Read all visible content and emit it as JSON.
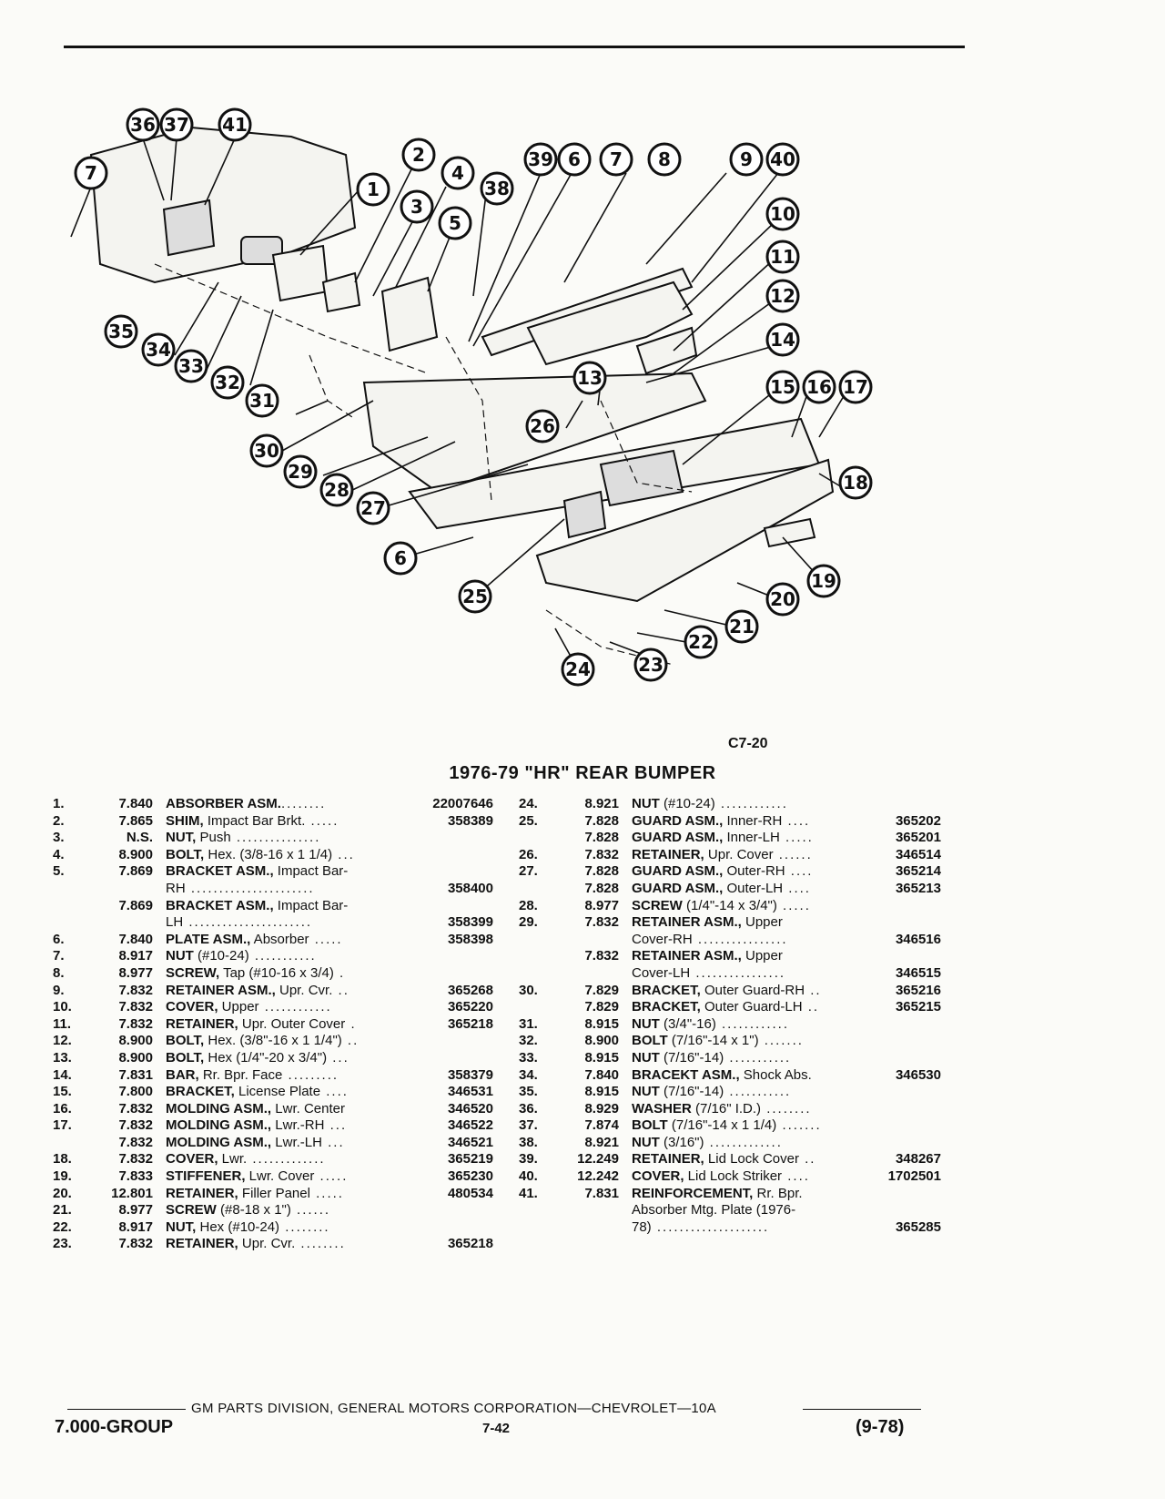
{
  "figure_id": "C7-20",
  "title": "1976-79 \"HR\" REAR BUMPER",
  "callouts": [
    "1",
    "2",
    "3",
    "4",
    "5",
    "6",
    "7",
    "8",
    "9",
    "10",
    "11",
    "12",
    "13",
    "14",
    "15",
    "16",
    "17",
    "18",
    "19",
    "20",
    "21",
    "22",
    "23",
    "24",
    "25",
    "26",
    "27",
    "28",
    "29",
    "30",
    "31",
    "32",
    "33",
    "34",
    "35",
    "36",
    "37",
    "38",
    "39",
    "40",
    "41"
  ],
  "parts_left": [
    {
      "num": "1.",
      "group": "7.840",
      "name": "ABSORBER ASM.",
      "detail": "",
      "dots": "........",
      "pn": "22007646"
    },
    {
      "num": "2.",
      "group": "7.865",
      "name": "SHIM,",
      "detail": " Impact Bar Brkt.",
      "dots": " .....",
      "pn": "358389"
    },
    {
      "num": "3.",
      "group": "N.S.",
      "name": "NUT,",
      "detail": " Push",
      "dots": " ...............",
      "pn": ""
    },
    {
      "num": "4.",
      "group": "8.900",
      "name": "BOLT,",
      "detail": " Hex. (3/8-16 x 1 1/4)",
      "dots": " ...",
      "pn": ""
    },
    {
      "num": "5.",
      "group": "7.869",
      "name": "BRACKET ASM.,",
      "detail": " Impact Bar-",
      "dots": "",
      "pn": ""
    },
    {
      "num": "",
      "group": "",
      "name": "",
      "detail": "RH",
      "dots": " ......................",
      "pn": "358400"
    },
    {
      "num": "",
      "group": "7.869",
      "name": "BRACKET ASM.,",
      "detail": " Impact Bar-",
      "dots": "",
      "pn": ""
    },
    {
      "num": "",
      "group": "",
      "name": "",
      "detail": "LH",
      "dots": " ......................",
      "pn": "358399"
    },
    {
      "num": "6.",
      "group": "7.840",
      "name": "PLATE ASM.,",
      "detail": " Absorber",
      "dots": " .....",
      "pn": "358398"
    },
    {
      "num": "7.",
      "group": "8.917",
      "name": "NUT",
      "detail": " (#10-24)",
      "dots": " ...........",
      "pn": ""
    },
    {
      "num": "8.",
      "group": "8.977",
      "name": "SCREW,",
      "detail": " Tap (#10-16 x 3/4)",
      "dots": " .",
      "pn": ""
    },
    {
      "num": "9.",
      "group": "7.832",
      "name": "RETAINER ASM.,",
      "detail": " Upr. Cvr.",
      "dots": " ..",
      "pn": "365268"
    },
    {
      "num": "10.",
      "group": "7.832",
      "name": "COVER,",
      "detail": " Upper",
      "dots": " ............",
      "pn": "365220"
    },
    {
      "num": "11.",
      "group": "7.832",
      "name": "RETAINER,",
      "detail": " Upr. Outer Cover",
      "dots": " .",
      "pn": "365218"
    },
    {
      "num": "12.",
      "group": "8.900",
      "name": "BOLT,",
      "detail": " Hex. (3/8\"-16 x 1 1/4\")",
      "dots": " ..",
      "pn": ""
    },
    {
      "num": "13.",
      "group": "8.900",
      "name": "BOLT,",
      "detail": " Hex (1/4\"-20 x 3/4\")",
      "dots": " ...",
      "pn": ""
    },
    {
      "num": "14.",
      "group": "7.831",
      "name": "BAR,",
      "detail": " Rr. Bpr. Face",
      "dots": " .........",
      "pn": "358379"
    },
    {
      "num": "15.",
      "group": "7.800",
      "name": "BRACKET,",
      "detail": " License Plate",
      "dots": " ....",
      "pn": "346531"
    },
    {
      "num": "16.",
      "group": "7.832",
      "name": "MOLDING ASM.,",
      "detail": " Lwr. Center",
      "dots": "",
      "pn": "346520"
    },
    {
      "num": "17.",
      "group": "7.832",
      "name": "MOLDING ASM.,",
      "detail": " Lwr.-RH",
      "dots": " ...",
      "pn": "346522"
    },
    {
      "num": "",
      "group": "7.832",
      "name": "MOLDING ASM.,",
      "detail": " Lwr.-LH",
      "dots": " ...",
      "pn": "346521"
    },
    {
      "num": "18.",
      "group": "7.832",
      "name": "COVER,",
      "detail": " Lwr.",
      "dots": " .............",
      "pn": "365219"
    },
    {
      "num": "19.",
      "group": "7.833",
      "name": "STIFFENER,",
      "detail": " Lwr. Cover",
      "dots": " .....",
      "pn": "365230"
    },
    {
      "num": "20.",
      "group": "12.801",
      "name": "RETAINER,",
      "detail": " Filler Panel",
      "dots": " .....",
      "pn": "480534"
    },
    {
      "num": "21.",
      "group": "8.977",
      "name": "SCREW",
      "detail": " (#8-18 x 1\")",
      "dots": " ......",
      "pn": ""
    },
    {
      "num": "22.",
      "group": "8.917",
      "name": "NUT,",
      "detail": " Hex (#10-24)",
      "dots": " ........",
      "pn": ""
    },
    {
      "num": "23.",
      "group": "7.832",
      "name": "RETAINER,",
      "detail": " Upr. Cvr.",
      "dots": " ........",
      "pn": "365218"
    }
  ],
  "parts_right": [
    {
      "num": "24.",
      "group": "8.921",
      "name": "NUT",
      "detail": " (#10-24)",
      "dots": " ............",
      "pn": ""
    },
    {
      "num": "25.",
      "group": "7.828",
      "name": "GUARD ASM.,",
      "detail": " Inner-RH",
      "dots": " ....",
      "pn": "365202"
    },
    {
      "num": "",
      "group": "7.828",
      "name": "GUARD ASM.,",
      "detail": " Inner-LH",
      "dots": " .....",
      "pn": "365201"
    },
    {
      "num": "26.",
      "group": "7.832",
      "name": "RETAINER,",
      "detail": " Upr. Cover",
      "dots": " ......",
      "pn": "346514"
    },
    {
      "num": "27.",
      "group": "7.828",
      "name": "GUARD ASM.,",
      "detail": " Outer-RH",
      "dots": " ....",
      "pn": "365214"
    },
    {
      "num": "",
      "group": "7.828",
      "name": "GUARD ASM.,",
      "detail": " Outer-LH",
      "dots": " ....",
      "pn": "365213"
    },
    {
      "num": "28.",
      "group": "8.977",
      "name": "SCREW",
      "detail": " (1/4\"-14 x 3/4\")",
      "dots": " .....",
      "pn": ""
    },
    {
      "num": "29.",
      "group": "7.832",
      "name": "RETAINER ASM.,",
      "detail": " Upper",
      "dots": "",
      "pn": ""
    },
    {
      "num": "",
      "group": "",
      "name": "",
      "detail": "Cover-RH",
      "dots": " ................",
      "pn": "346516"
    },
    {
      "num": "",
      "group": "7.832",
      "name": "RETAINER ASM.,",
      "detail": " Upper",
      "dots": "",
      "pn": ""
    },
    {
      "num": "",
      "group": "",
      "name": "",
      "detail": "Cover-LH",
      "dots": " ................",
      "pn": "346515"
    },
    {
      "num": "30.",
      "group": "7.829",
      "name": "BRACKET,",
      "detail": " Outer Guard-RH",
      "dots": " ..",
      "pn": "365216"
    },
    {
      "num": "",
      "group": "7.829",
      "name": "BRACKET,",
      "detail": " Outer Guard-LH",
      "dots": " ..",
      "pn": "365215"
    },
    {
      "num": "31.",
      "group": "8.915",
      "name": "NUT",
      "detail": " (3/4\"-16)",
      "dots": " ............",
      "pn": ""
    },
    {
      "num": "32.",
      "group": "8.900",
      "name": "BOLT",
      "detail": " (7/16\"-14 x 1\")",
      "dots": " .......",
      "pn": ""
    },
    {
      "num": "33.",
      "group": "8.915",
      "name": "NUT",
      "detail": " (7/16\"-14)",
      "dots": " ...........",
      "pn": ""
    },
    {
      "num": "34.",
      "group": "7.840",
      "name": "BRACEKT ASM.,",
      "detail": " Shock Abs.",
      "dots": "",
      "pn": "346530"
    },
    {
      "num": "35.",
      "group": "8.915",
      "name": "NUT",
      "detail": " (7/16\"-14)",
      "dots": " ...........",
      "pn": ""
    },
    {
      "num": "36.",
      "group": "8.929",
      "name": "WASHER",
      "detail": " (7/16\" I.D.)",
      "dots": " ........",
      "pn": ""
    },
    {
      "num": "37.",
      "group": "7.874",
      "name": "BOLT",
      "detail": " (7/16\"-14 x 1 1/4)",
      "dots": " .......",
      "pn": ""
    },
    {
      "num": "38.",
      "group": "8.921",
      "name": "NUT",
      "detail": " (3/16\")",
      "dots": " .............",
      "pn": ""
    },
    {
      "num": "39.",
      "group": "12.249",
      "name": "RETAINER,",
      "detail": " Lid Lock Cover",
      "dots": " ..",
      "pn": "348267"
    },
    {
      "num": "40.",
      "group": "12.242",
      "name": "COVER,",
      "detail": " Lid Lock Striker",
      "dots": " ....",
      "pn": "1702501"
    },
    {
      "num": "41.",
      "group": "7.831",
      "name": "REINFORCEMENT,",
      "detail": " Rr. Bpr.",
      "dots": "",
      "pn": ""
    },
    {
      "num": "",
      "group": "",
      "name": "",
      "detail": "Absorber Mtg. Plate (1976-",
      "dots": "",
      "pn": ""
    },
    {
      "num": "",
      "group": "",
      "name": "",
      "detail": "78)",
      "dots": " ....................",
      "pn": "365285"
    }
  ],
  "footer": {
    "org": "GM PARTS DIVISION, GENERAL MOTORS CORPORATION—CHEVROLET—10A",
    "group": "7.000-GROUP",
    "page": "7-42",
    "date": "(9-78)"
  }
}
